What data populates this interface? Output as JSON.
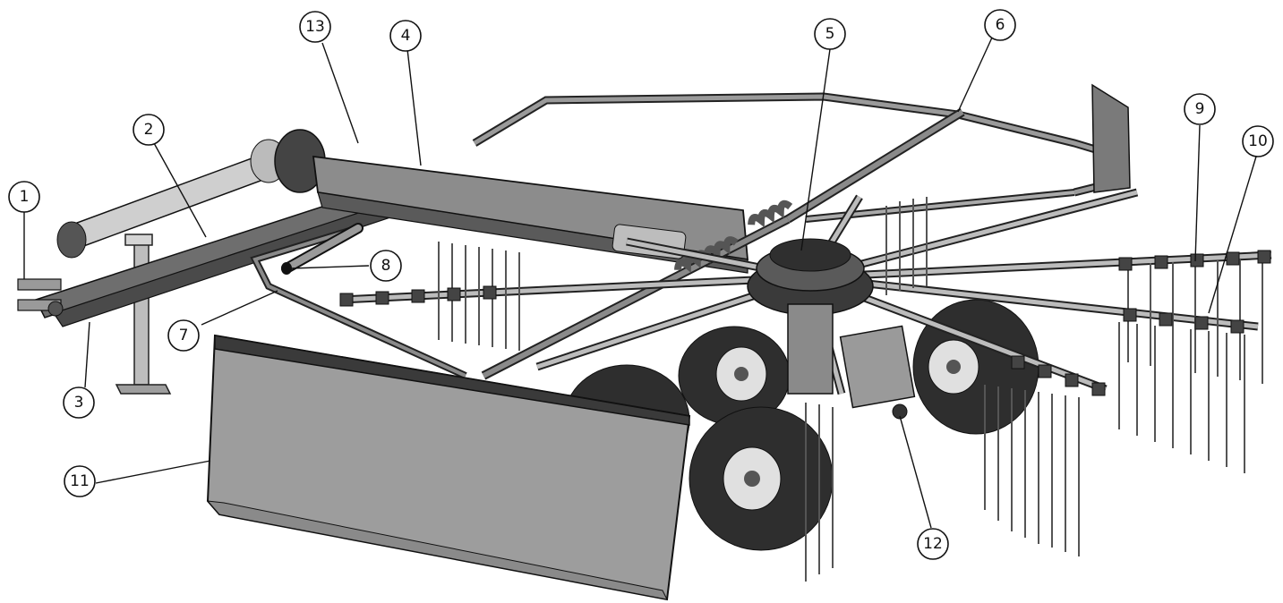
{
  "diagram": {
    "subject": "Single rotor hay rake",
    "callouts": [
      {
        "id": "1",
        "label": "1"
      },
      {
        "id": "2",
        "label": "2"
      },
      {
        "id": "3",
        "label": "3"
      },
      {
        "id": "4",
        "label": "4"
      },
      {
        "id": "5",
        "label": "5"
      },
      {
        "id": "6",
        "label": "6"
      },
      {
        "id": "7",
        "label": "7"
      },
      {
        "id": "8",
        "label": "8"
      },
      {
        "id": "9",
        "label": "9"
      },
      {
        "id": "10",
        "label": "10"
      },
      {
        "id": "11",
        "label": "11"
      },
      {
        "id": "12",
        "label": "12"
      },
      {
        "id": "13",
        "label": "13"
      }
    ],
    "colors": {
      "metal_dark": "#3a3a3a",
      "metal_mid": "#8a8a8a",
      "metal_light": "#c8c8c8",
      "tire": "#2e2e2e",
      "curtain": "#9a9a9a",
      "outline": "#111111"
    }
  }
}
